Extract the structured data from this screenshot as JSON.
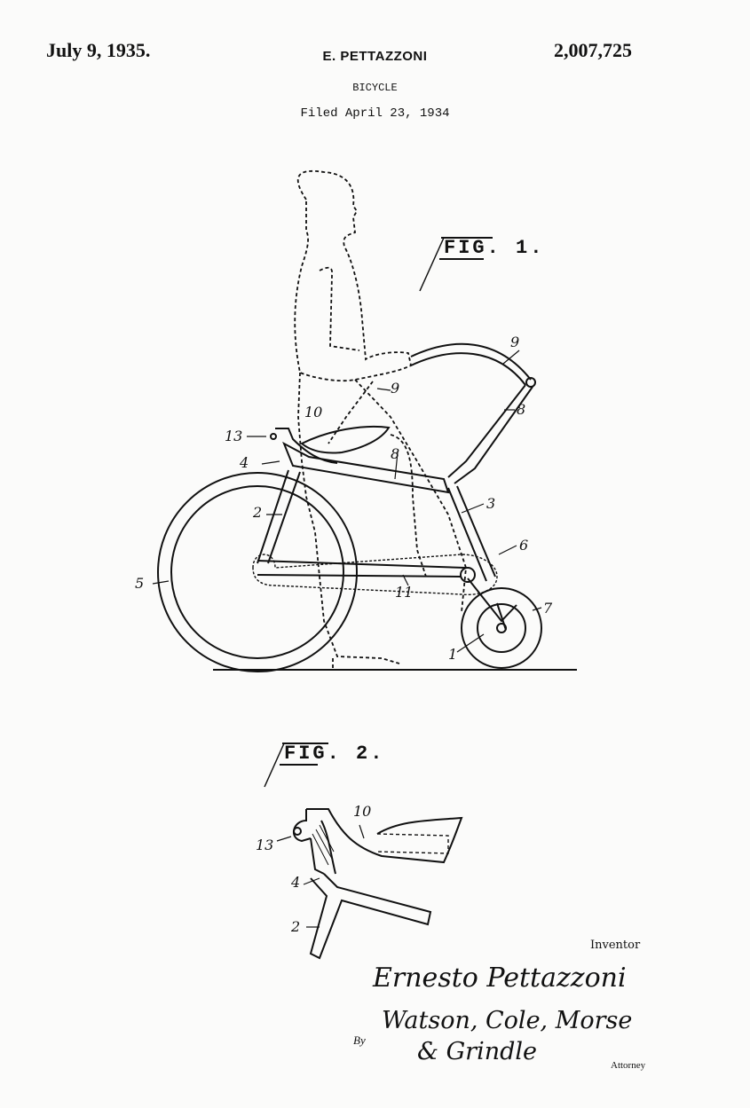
{
  "header": {
    "date": "July 9, 1935.",
    "inventor_name": "E. PETTAZZONI",
    "title": "BICYCLE",
    "filed": "Filed April 23, 1934",
    "patent_number": "2,007,725"
  },
  "figures": [
    {
      "label": "FIG. 1.",
      "reference_numerals": [
        "1",
        "2",
        "3",
        "4",
        "5",
        "6",
        "7",
        "8",
        "8",
        "9",
        "9",
        "10",
        "11",
        "13"
      ]
    },
    {
      "label": "FIG. 2.",
      "reference_numerals": [
        "2",
        "4",
        "10",
        "13"
      ]
    }
  ],
  "labels": {
    "n1": "1",
    "n2": "2",
    "n3": "3",
    "n4": "4",
    "n5": "5",
    "n6": "6",
    "n7": "7",
    "n8a": "8",
    "n8b": "8",
    "n9a": "9",
    "n9b": "9",
    "n10": "10",
    "n11": "11",
    "n13": "13",
    "f2_n2": "2",
    "f2_n4": "4",
    "f2_n10": "10",
    "f2_n13": "13"
  },
  "signature": {
    "inventor_caption": "Inventor",
    "inventor_signature": "Ernesto Pettazzoni",
    "by": "By",
    "attorney_signature_line1": "Watson, Cole, Morse",
    "attorney_signature_line2": "& Grindle",
    "attorney_caption": "Attorney"
  },
  "colors": {
    "paper": "#fbfbfa",
    "ink": "#111111"
  }
}
